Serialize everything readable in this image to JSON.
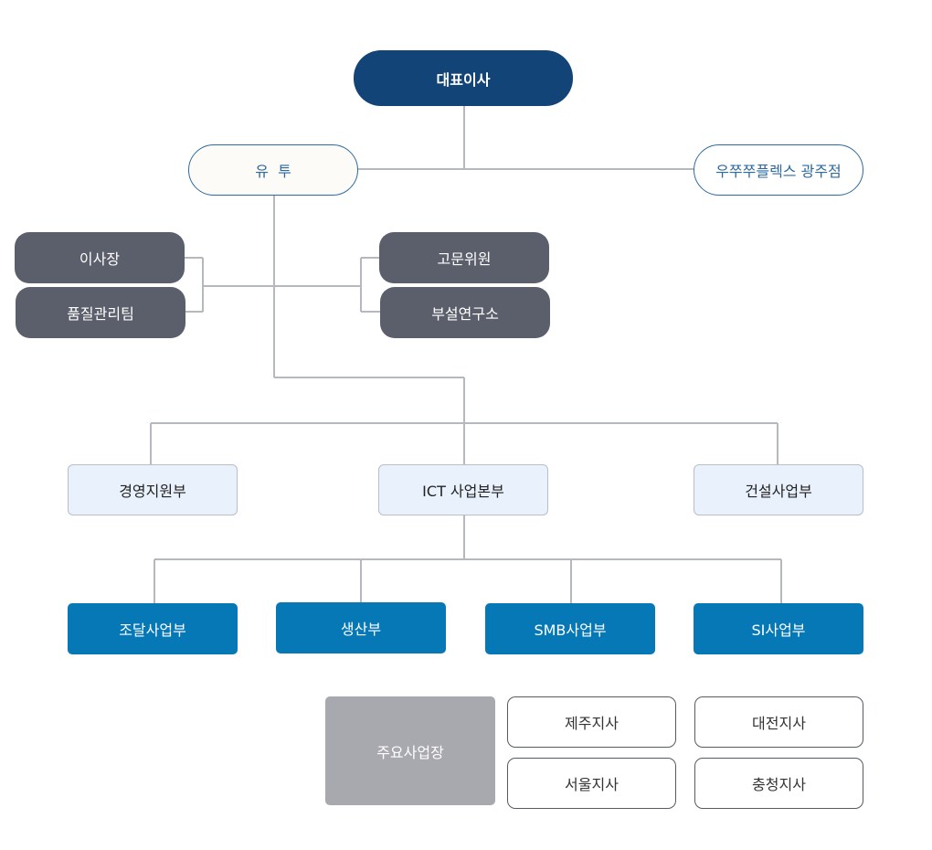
{
  "org": {
    "ceo": "대표이사",
    "yutu": "유  투",
    "gwangju": "우쭈쭈플렉스 광주점",
    "left_staff": [
      "이사장",
      "품질관리팀"
    ],
    "right_staff": [
      "고문위원",
      "부설연구소"
    ],
    "divisions": [
      "경영지원부",
      "ICT 사업본부",
      "건설사업부"
    ],
    "departments": [
      "조달사업부",
      "생산부",
      "SMB사업부",
      "SI사업부"
    ],
    "sites": {
      "label": "주요사업장",
      "branches": [
        "제주지사",
        "대전지사",
        "서울지사",
        "충청지사"
      ]
    }
  },
  "colors": {
    "ceo": "#124478",
    "staff": "#5b5f6b",
    "division_fill": "#e9f1fc",
    "department": "#0678b5",
    "sites_label": "#a8a9ae",
    "connector": "#b5b8be"
  }
}
